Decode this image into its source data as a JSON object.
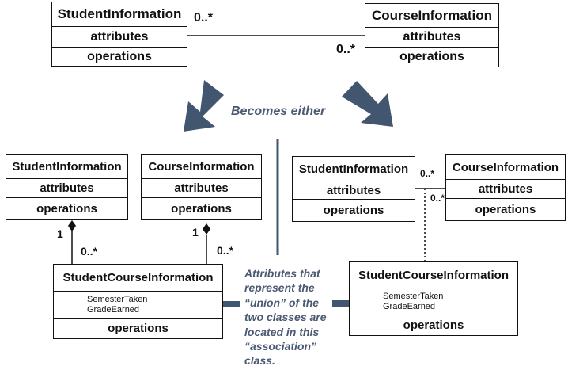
{
  "colors": {
    "arrow": "#435670",
    "note_text": "#4a5a72",
    "line": "#111111"
  },
  "top": {
    "student": {
      "name": "StudentInformation",
      "attributes": "attributes",
      "operations": "operations"
    },
    "course": {
      "name": "CourseInformation",
      "attributes": "attributes",
      "operations": "operations"
    },
    "mult_left": "0..*",
    "mult_right": "0..*"
  },
  "becomes_label": "Becomes either",
  "left_option": {
    "student": {
      "name": "StudentInformation",
      "attributes": "attributes",
      "operations": "operations"
    },
    "course": {
      "name": "CourseInformation",
      "attributes": "attributes",
      "operations": "operations"
    },
    "mult_student_one": "1",
    "mult_student_many": "0..*",
    "mult_course_one": "1",
    "mult_course_many": "0..*",
    "assoc": {
      "name": "StudentCourseInformation",
      "attributes": [
        "SemesterTaken",
        "GradeEarned"
      ],
      "operations": "operations"
    }
  },
  "right_option": {
    "student": {
      "name": "StudentInformation",
      "attributes": "attributes",
      "operations": "operations"
    },
    "course": {
      "name": "CourseInformation",
      "attributes": "attributes",
      "operations": "operations"
    },
    "mult_left": "0..*",
    "mult_right": "0..*",
    "assoc": {
      "name": "StudentCourseInformation",
      "attributes": [
        "SemesterTaken",
        "GradeEarned"
      ],
      "operations": "operations"
    }
  },
  "note_lines": [
    "Attributes that",
    "represent the",
    "“union” of the",
    "two classes are",
    "located in this",
    "“association”",
    "class."
  ]
}
